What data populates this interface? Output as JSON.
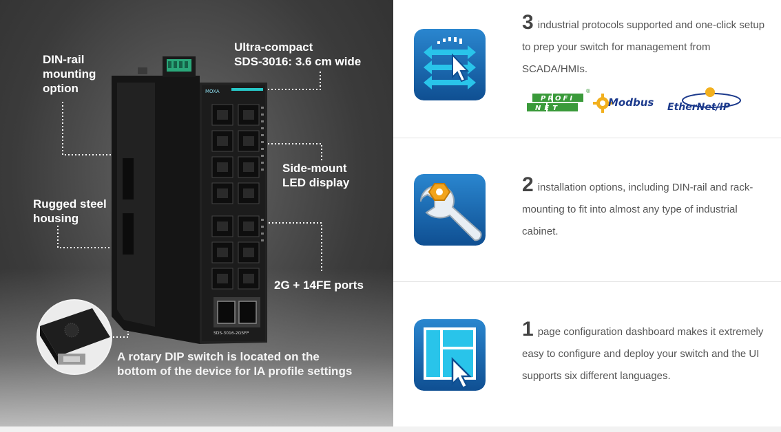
{
  "hero": {
    "callouts": {
      "din_rail_line1": "DIN-rail",
      "din_rail_line2": "mounting",
      "din_rail_line3": "option",
      "compact_line1": "Ultra-compact",
      "compact_line2": "SDS-3016: 3.6 cm wide",
      "led_line1": "Side-mount",
      "led_line2": "LED display",
      "rugged_line1": "Rugged steel",
      "rugged_line2": "housing",
      "ports": "2G + 14FE ports",
      "dip_line1": "A rotary DIP switch is located on the",
      "dip_line2": "bottom of the device for IA profile settings"
    },
    "device": {
      "brand": "MOXA",
      "model": "SDS-3016-2GSFP"
    }
  },
  "features": [
    {
      "number": "3",
      "text": "industrial protocols supported and one-click setup to prep your switch for management from SCADA/HMIs.",
      "icon": "protocol-arrows-icon",
      "logos": {
        "profinet_top": "PROFI",
        "profinet_bottom": "NET",
        "profinet_reg": "®",
        "modbus": "Modbus",
        "ethernetip": "EtherNet/IP"
      }
    },
    {
      "number": "2",
      "text": "installation options, including DIN-rail and rack-mounting to fit into almost any type of industrial cabinet.",
      "icon": "wrench-icon"
    },
    {
      "number": "1",
      "text": "page configuration dashboard makes it extremely easy to configure and deploy your switch and the UI supports six different languages.",
      "icon": "dashboard-icon"
    }
  ],
  "colors": {
    "tile_blue": "#1d74bd",
    "tile_dark_blue": "#0d4f8c",
    "cyan": "#28c6e8",
    "profinet_green": "#3a9a3a",
    "modbus_yellow": "#f2b01e",
    "ethernetip_blue": "#1c3a8c"
  }
}
